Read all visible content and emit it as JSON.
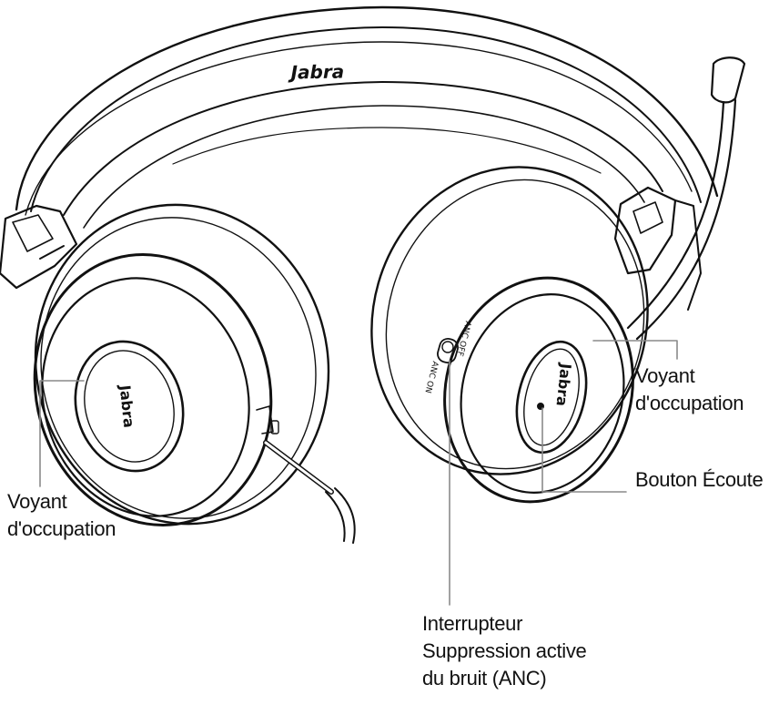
{
  "brand": {
    "logo": "Jabra"
  },
  "anc_switch": {
    "label_off": "ANC OFF",
    "label_on": "ANC ON"
  },
  "callouts": {
    "busy_light_left": {
      "line1": "Voyant",
      "line2": "d'occupation"
    },
    "busy_light_right": {
      "line1": "Voyant",
      "line2": "d'occupation"
    },
    "listen_button": {
      "line1": "Bouton Écoute"
    },
    "anc_switch": {
      "line1": "Interrupteur",
      "line2": "Suppression active",
      "line3": "du bruit (ANC)"
    }
  },
  "colors": {
    "stroke": "#111111",
    "leader": "#8a8a8a",
    "background": "#ffffff"
  }
}
